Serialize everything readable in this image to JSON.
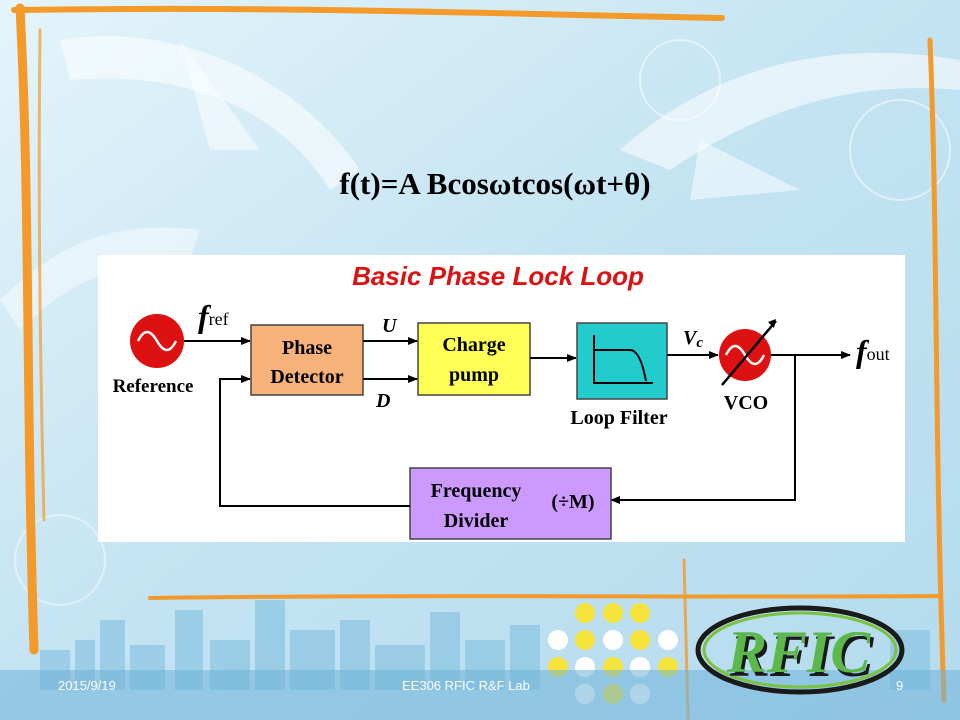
{
  "slide": {
    "formula": "f(t)=A Bcosωtcos(ωt+θ)",
    "footer_date": "2015/9/19",
    "footer_center": "EE306 RFIC R&F Lab",
    "page_number": "9"
  },
  "diagram": {
    "title": "Basic Phase Lock Loop",
    "reference_label": "Reference",
    "fref_main": "f",
    "fref_sub": "ref",
    "phase_detector_line1": "Phase",
    "phase_detector_line2": "Detector",
    "signal_u": "U",
    "signal_d": "D",
    "charge_pump_line1": "Charge",
    "charge_pump_line2": "pump",
    "loop_filter_label": "Loop Filter",
    "vc_main": "V",
    "vc_sub": "c",
    "vco_label": "VCO",
    "fout_main": "f",
    "fout_sub": "out",
    "freq_divider_line1": "Frequency",
    "freq_divider_line2": "Divider",
    "divider_ratio": "(÷M)"
  },
  "logo": {
    "text": "RFIC"
  },
  "colors": {
    "phase_detector": "#f7b27a",
    "charge_pump": "#ffff55",
    "loop_filter": "#22cccc",
    "frequency_divider": "#cc99ff",
    "source": "#dd1111",
    "title_red": "#dd1111",
    "frame_orange": "#f39a2a"
  }
}
